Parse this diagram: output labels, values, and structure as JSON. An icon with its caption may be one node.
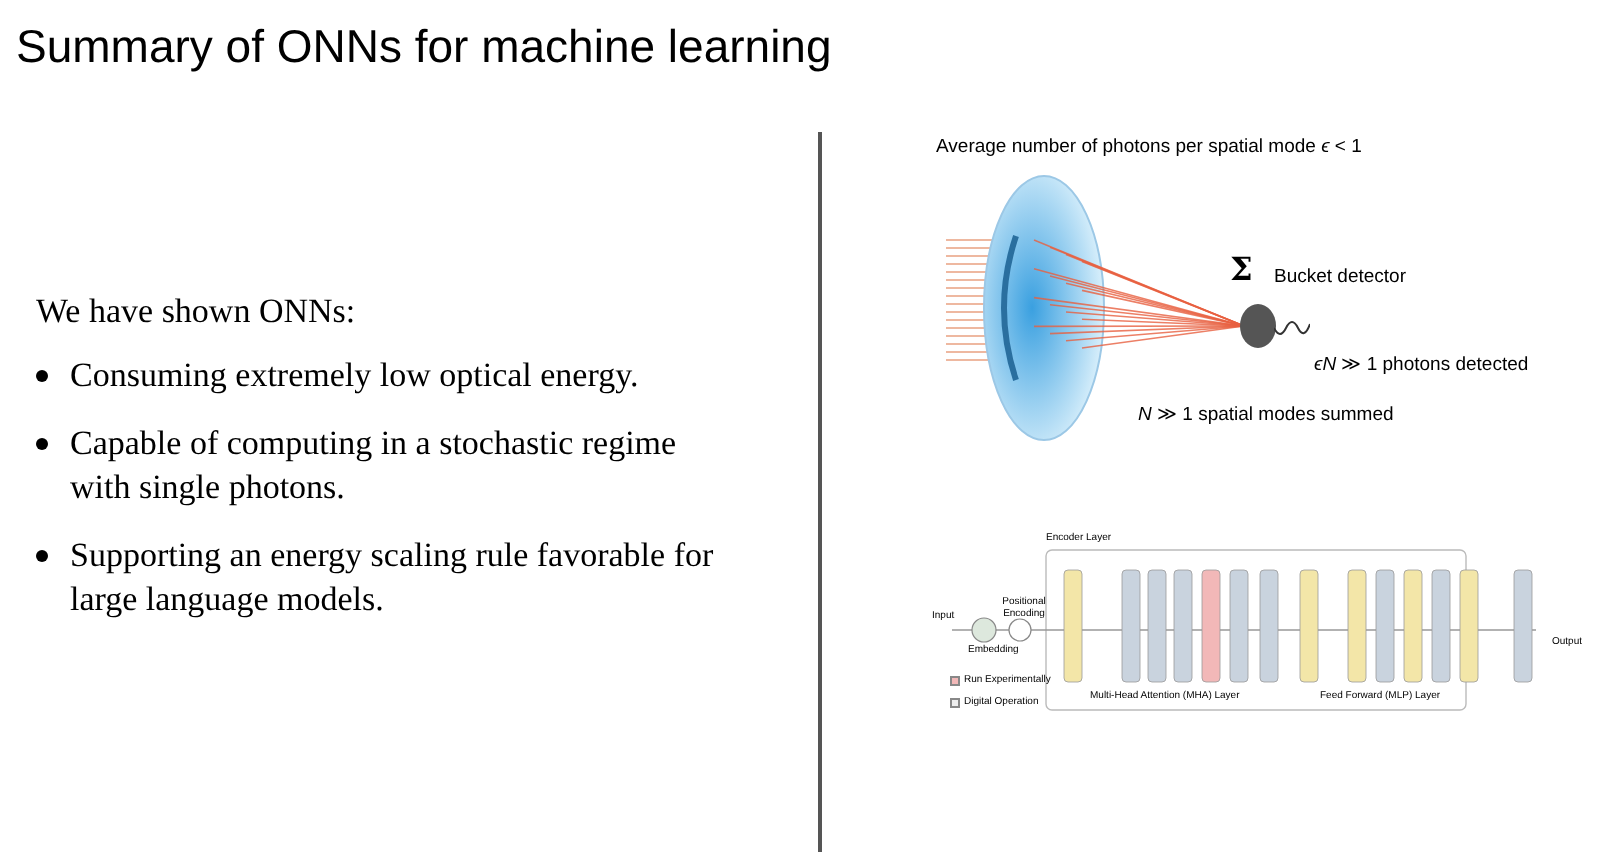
{
  "diagram": {
    "title": "Summary of ONNs for machine learning",
    "labels": [
      "We have shown ONNs:",
      "Consuming extremely low optical energy.",
      "Capable of computing in a stochastic regime with single photons.",
      "Supporting an energy scaling rule favorable for large language models.",
      "Average number of photons per spatial mode *ϵ* < 1",
      "Σ",
      "Bucket detector",
      "*ϵN* ≫ 1 photons detected",
      "*N* ≫ 1 spatial modes summed",
      "Encoder Layer",
      "Input",
      "Embedding",
      "Positional Encoding",
      "Output",
      "Multi-Head Attention (MHA) Layer",
      "Feed Forward (MLP) Layer"
    ],
    "legend": [
      {
        "text": "Run Experimentally",
        "color": "#f2b8b8"
      },
      {
        "text": "Digital Operation",
        "color": "#eeeeee"
      }
    ]
  }
}
